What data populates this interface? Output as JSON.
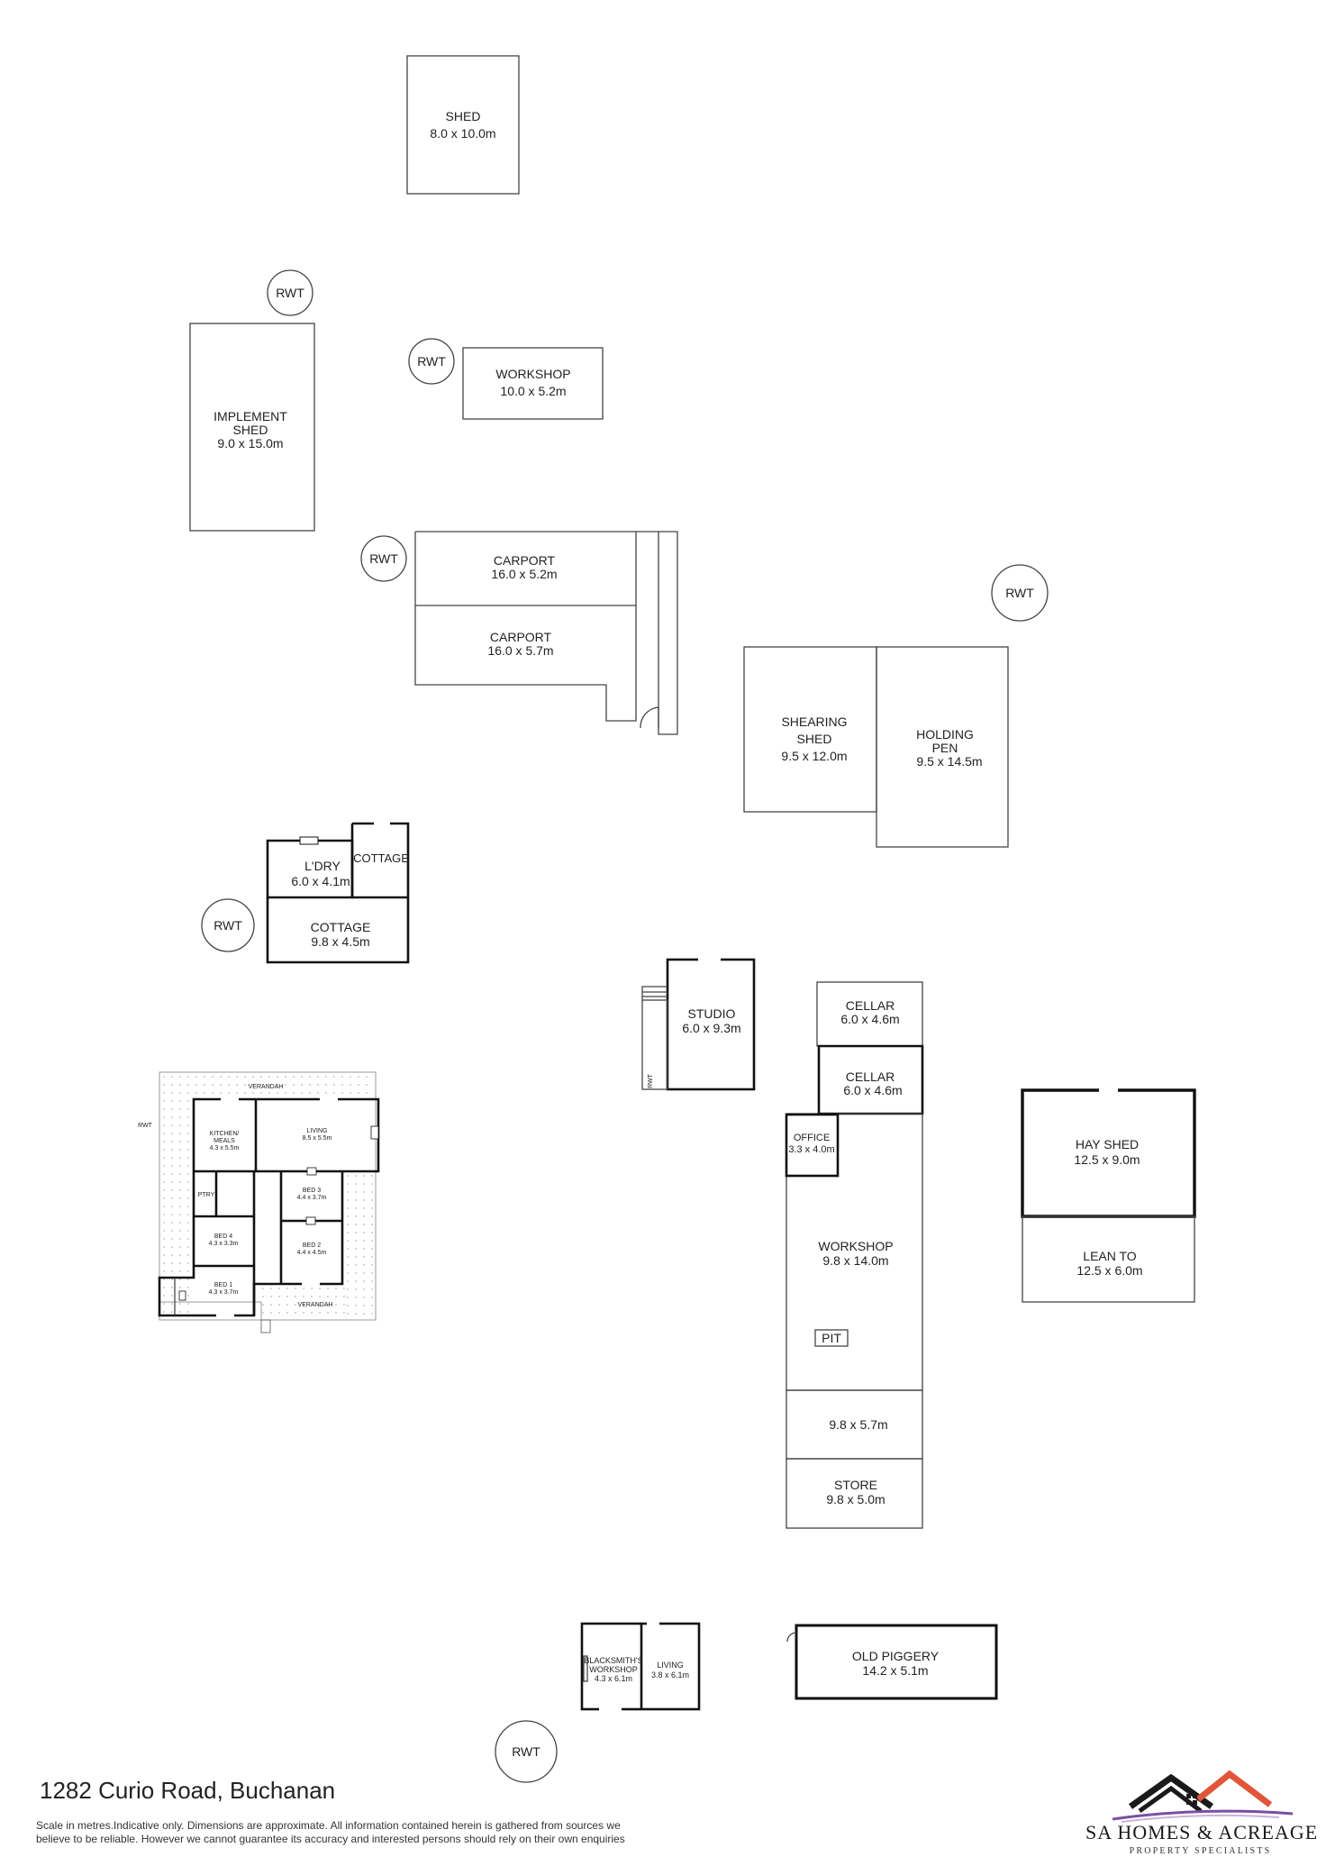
{
  "buildings": {
    "shed": {
      "name": "SHED",
      "size": "8.0 x 10.0m"
    },
    "implement_shed": {
      "name_line1": "IMPLEMENT",
      "name_line2": "SHED",
      "size": "9.0 x 15.0m"
    },
    "workshop_north": {
      "name": "WORKSHOP",
      "size": "10.0 x 5.2m"
    },
    "carport_1": {
      "name": "CARPORT",
      "size": "16.0 x 5.2m"
    },
    "carport_2": {
      "name": "CARPORT",
      "size": "16.0 x 5.7m"
    },
    "shearing_shed": {
      "name_line1": "SHEARING",
      "name_line2": "SHED",
      "size": "9.5 x 12.0m"
    },
    "holding_pen": {
      "name_line1": "HOLDING",
      "name_line2": "PEN",
      "size": "9.5 x 14.5m"
    },
    "laundry": {
      "name": "L'DRY",
      "size": "6.0 x 4.1m"
    },
    "cottage_small": {
      "name": "COTTAGE"
    },
    "cottage": {
      "name": "COTTAGE",
      "size": "9.8 x 4.5m"
    },
    "studio": {
      "name": "STUDIO",
      "size": "6.0 x 9.3m"
    },
    "cellar_1": {
      "name": "CELLAR",
      "size": "6.0 x 4.6m"
    },
    "cellar_2": {
      "name": "CELLAR",
      "size": "6.0 x 4.6m"
    },
    "office": {
      "name": "OFFICE",
      "size": "3.3 x 4.0m"
    },
    "workshop_main": {
      "name": "WORKSHOP",
      "size": "9.8 x 14.0m",
      "pit": "PIT"
    },
    "workshop_ext": {
      "size": "9.8 x 5.7m"
    },
    "store": {
      "name": "STORE",
      "size": "9.8 x 5.0m"
    },
    "hay_shed": {
      "name": "HAY SHED",
      "size": "12.5 x 9.0m"
    },
    "lean_to": {
      "name": "LEAN TO",
      "size": "12.5 x 6.0m"
    },
    "blacksmith": {
      "name_line1": "BLACKSMITH'S",
      "name_line2": "WORKSHOP",
      "size": "4.3 x 6.1m"
    },
    "living_small": {
      "name": "LIVING",
      "size": "3.8 x 6.1m"
    },
    "old_piggery": {
      "name": "OLD PIGGERY",
      "size": "14.2 x 5.1m"
    }
  },
  "house": {
    "verandah_top": "VERANDAH",
    "verandah_bottom": "VERANDAH",
    "rwt": "RWT",
    "kitchen": {
      "name_line1": "KITCHEN/",
      "name_line2": "MEALS",
      "size": "4.3 x 5.5m"
    },
    "living": {
      "name": "LIVING",
      "size": "8.5 x 5.5m"
    },
    "pantry": "PTRY",
    "bed3": {
      "name": "BED 3",
      "size": "4.4 x 3.7m"
    },
    "bed2": {
      "name": "BED 2",
      "size": "4.4 x 4.5m"
    },
    "bed4": {
      "name": "BED 4",
      "size": "4.3 x 3.3m"
    },
    "bed1": {
      "name": "BED 1",
      "size": "4.3 x 3.7m"
    }
  },
  "tanks": {
    "label": "RWT"
  },
  "footer": {
    "address": "1282 Curio Road, Buchanan",
    "disclaimer": "Scale in metres.Indicative only. Dimensions are approximate. All information contained herein is gathered from sources we believe to be reliable. However we cannot guarantee its accuracy and interested persons should rely on their own enquiries",
    "brand_name": "SA HOMES & ACREAGE",
    "brand_tagline": "PROPERTY SPECIALISTS",
    "brand_colors": {
      "dark": "#1a1a1a",
      "accent": "#e2553a",
      "swoosh": "#7b4fa0"
    }
  }
}
